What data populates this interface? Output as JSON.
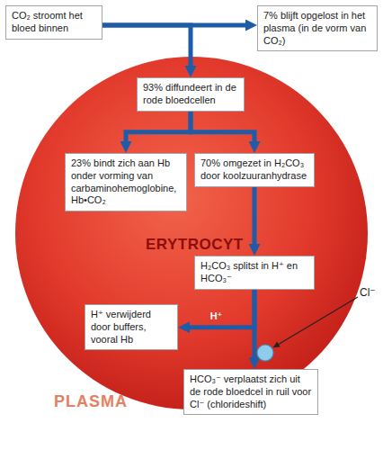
{
  "diagram": {
    "nodes": [
      {
        "text": [
          "CO₂ stroomt het bloed binnen"
        ]
      },
      {
        "text": [
          "7% blijft opgelost in het plasma (in de vorm van CO₂)"
        ]
      },
      {
        "text": [
          "ERYTROCYT"
        ]
      },
      {
        "text": [
          "93% diffundeert in de rode bloedcellen"
        ],
        "in": 2
      },
      {
        "text": [
          "23% bindt zich aan Hb onder vorming van carbaminohemoglobine, Hb•CO₂"
        ],
        "in": 2
      },
      {
        "text": [
          "70% omgezet in H₂CO₃ door koolzuuranhydrase"
        ],
        "in": 2
      },
      {
        "text": [
          "H₂CO₃ splitst in H⁺ en HCO₃⁻"
        ],
        "in": 2
      },
      {
        "text": [
          "H⁺ verwijderd door buffers, vooral Hb"
        ],
        "in": 2
      },
      {
        "text": [
          "HCO₃⁻ verplaatst zich uit de rode bloedcel in ruil voor Cl⁻ (chlorideshift)"
        ]
      }
    ],
    "edges": [
      {
        "from": 0,
        "to": 1,
        "arrow": "to"
      },
      {
        "from": 0,
        "to": 3,
        "arrow": "to"
      },
      {
        "from": 3,
        "to": 4,
        "arrow": "to"
      },
      {
        "from": 3,
        "to": 5,
        "arrow": "to"
      },
      {
        "from": 5,
        "to": 6,
        "arrow": "to"
      },
      {
        "from": 6,
        "to": 7,
        "label": "H⁺",
        "arrow": "to"
      },
      {
        "from": 6,
        "to": 8,
        "arrow": "to"
      }
    ],
    "labels": [
      "PLASMA",
      "Cl⁻"
    ]
  }
}
